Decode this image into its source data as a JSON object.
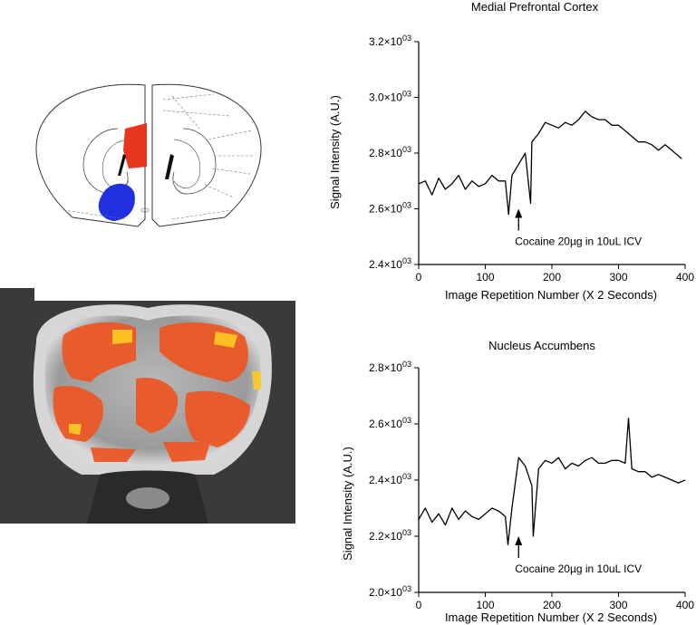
{
  "chart_data": [
    {
      "type": "line",
      "title": "Medial Prefrontal Cortex",
      "xlabel": "Image Repetition Number (X 2 Seconds)",
      "ylabel": "Signal Intensity (A.U.)",
      "xlim": [
        0,
        400
      ],
      "ylim": [
        2400,
        3200
      ],
      "xticks": [
        0,
        100,
        200,
        300,
        400
      ],
      "xtick_labels": [
        "0",
        "100",
        "200",
        "300",
        "400"
      ],
      "yticks": [
        2400,
        2600,
        2800,
        3000,
        3200
      ],
      "ytick_labels": [
        {
          "mant": "2.4×10",
          "exp": "03"
        },
        {
          "mant": "2.6×10",
          "exp": "03"
        },
        {
          "mant": "2.8×10",
          "exp": "03"
        },
        {
          "mant": "3.0×10",
          "exp": "03"
        },
        {
          "mant": "3.2×10",
          "exp": "03"
        }
      ],
      "annotation": {
        "text": "Cocaine 20µg in 10uL ICV",
        "x": 150
      },
      "series": [
        {
          "x": [
            0,
            10,
            20,
            30,
            40,
            50,
            60,
            70,
            80,
            90,
            100,
            110,
            120,
            130,
            135,
            140,
            150,
            160,
            168,
            170,
            180,
            190,
            200,
            210,
            220,
            230,
            240,
            250,
            260,
            270,
            280,
            290,
            300,
            310,
            320,
            330,
            340,
            350,
            360,
            370,
            380,
            390,
            395
          ],
          "y": [
            2690,
            2700,
            2650,
            2710,
            2670,
            2690,
            2720,
            2670,
            2700,
            2680,
            2690,
            2720,
            2700,
            2700,
            2580,
            2720,
            2760,
            2800,
            2620,
            2840,
            2870,
            2910,
            2900,
            2890,
            2910,
            2900,
            2920,
            2950,
            2930,
            2920,
            2920,
            2900,
            2900,
            2880,
            2860,
            2840,
            2840,
            2830,
            2810,
            2830,
            2810,
            2790,
            2780
          ]
        }
      ]
    },
    {
      "type": "line",
      "title": "Nucleus Accumbens",
      "xlabel": "Image Repetition Number (X 2 Seconds)",
      "ylabel": "Signal Intensity (A.U.)",
      "xlim": [
        0,
        400
      ],
      "ylim": [
        2000,
        2800
      ],
      "xticks": [
        0,
        100,
        200,
        300,
        400
      ],
      "xtick_labels": [
        "0",
        "100",
        "200",
        "300",
        "400"
      ],
      "yticks": [
        2000,
        2200,
        2400,
        2600,
        2800
      ],
      "ytick_labels": [
        {
          "mant": "2.0×10",
          "exp": "03"
        },
        {
          "mant": "2.2×10",
          "exp": "03"
        },
        {
          "mant": "2.4×10",
          "exp": "03"
        },
        {
          "mant": "2.6×10",
          "exp": "03"
        },
        {
          "mant": "2.8×10",
          "exp": "03"
        }
      ],
      "annotation": {
        "text": "Cocaine 20µg in 10uL ICV",
        "x": 150
      },
      "series": [
        {
          "x": [
            0,
            10,
            20,
            30,
            40,
            50,
            60,
            70,
            80,
            90,
            100,
            110,
            120,
            130,
            134,
            140,
            150,
            160,
            170,
            172,
            180,
            190,
            200,
            210,
            220,
            230,
            240,
            250,
            260,
            270,
            280,
            290,
            300,
            310,
            315,
            320,
            330,
            340,
            350,
            360,
            370,
            380,
            390,
            400
          ],
          "y": [
            2260,
            2300,
            2250,
            2280,
            2240,
            2300,
            2260,
            2290,
            2270,
            2260,
            2280,
            2300,
            2290,
            2270,
            2170,
            2300,
            2480,
            2450,
            2380,
            2200,
            2440,
            2470,
            2460,
            2480,
            2440,
            2460,
            2450,
            2470,
            2480,
            2460,
            2460,
            2470,
            2470,
            2460,
            2620,
            2440,
            2430,
            2430,
            2410,
            2420,
            2410,
            2400,
            2390,
            2400
          ]
        }
      ]
    }
  ]
}
